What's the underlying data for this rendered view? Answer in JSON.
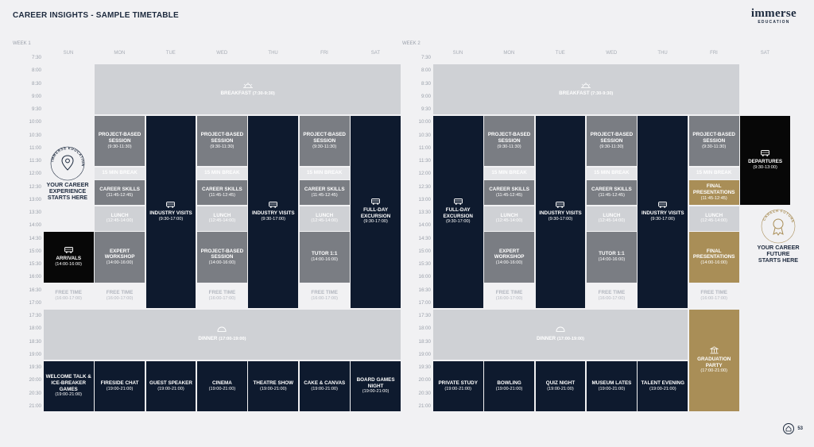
{
  "header": {
    "title": "CAREER INSIGHTS - SAMPLE TIMETABLE",
    "logo_main": "immerse",
    "logo_sub": "EDUCATION"
  },
  "days": [
    "SUN",
    "MON",
    "TUE",
    "WED",
    "THU",
    "FRI",
    "SAT"
  ],
  "times": [
    "7:30",
    "8:00",
    "8:30",
    "9:00",
    "9:30",
    "10:00",
    "10:30",
    "11:00",
    "11:30",
    "12:00",
    "12:30",
    "13:00",
    "13:30",
    "14:00",
    "14:30",
    "15:00",
    "15:30",
    "16:00",
    "16:30",
    "17:00",
    "17:30",
    "18:00",
    "18:30",
    "19:00",
    "19:30",
    "20:00",
    "20:30",
    "21:00"
  ],
  "weeks": [
    {
      "label": "WEEK 1",
      "blocks": [
        {
          "id": "breakfast",
          "col": 1,
          "span": 6,
          "start": 0.5,
          "end": 4.5,
          "style": "light",
          "name": "BREAKFAST",
          "time": "(7:30-9:30)",
          "icon": "sun",
          "inline": true
        },
        {
          "id": "arrivals",
          "col": 0,
          "span": 1,
          "start": 13.5,
          "end": 17.5,
          "style": "black",
          "name": "ARRIVALS",
          "time": "(14:00-16:00)",
          "icon": "bus"
        },
        {
          "id": "free-sun",
          "col": 0,
          "span": 1,
          "start": 17.5,
          "end": 19.5,
          "style": "free",
          "name": "FREE TIME",
          "time": "(16:00-17:00)"
        },
        {
          "id": "pbs-mon",
          "col": 1,
          "span": 1,
          "start": 4.5,
          "end": 8.5,
          "style": "grey",
          "name": "PROJECT-BASED SESSION",
          "time": "(9:30-11:30)"
        },
        {
          "id": "break-mon",
          "col": 1,
          "span": 1,
          "start": 8.5,
          "end": 9.5,
          "style": "pale",
          "name": "15 MIN BREAK",
          "time": ""
        },
        {
          "id": "cs-mon",
          "col": 1,
          "span": 1,
          "start": 9.5,
          "end": 11.5,
          "style": "grey",
          "name": "CAREER SKILLS",
          "time": "(11:45-12:45)"
        },
        {
          "id": "lunch-mon",
          "col": 1,
          "span": 1,
          "start": 11.5,
          "end": 13.5,
          "style": "light",
          "name": "LUNCH",
          "time": "(12:45-14:00)"
        },
        {
          "id": "expert-mon",
          "col": 1,
          "span": 1,
          "start": 13.5,
          "end": 17.5,
          "style": "grey",
          "name": "EXPERT WORKSHOP",
          "time": "(14:00-16:00)"
        },
        {
          "id": "free-mon",
          "col": 1,
          "span": 1,
          "start": 17.5,
          "end": 19.5,
          "style": "free",
          "name": "FREE TIME",
          "time": "(16:00-17:00)"
        },
        {
          "id": "iv-tue",
          "col": 2,
          "span": 1,
          "start": 4.5,
          "end": 19.5,
          "style": "dark",
          "name": "INDUSTRY VISITS",
          "time": "(9:30-17:00)",
          "icon": "bus"
        },
        {
          "id": "pbs-wed",
          "col": 3,
          "span": 1,
          "start": 4.5,
          "end": 8.5,
          "style": "grey",
          "name": "PROJECT-BASED SESSION",
          "time": "(9:30-11:30)"
        },
        {
          "id": "break-wed",
          "col": 3,
          "span": 1,
          "start": 8.5,
          "end": 9.5,
          "style": "pale",
          "name": "15 MIN BREAK",
          "time": ""
        },
        {
          "id": "cs-wed",
          "col": 3,
          "span": 1,
          "start": 9.5,
          "end": 11.5,
          "style": "grey",
          "name": "CAREER SKILLS",
          "time": "(11:45-12:45)"
        },
        {
          "id": "lunch-wed",
          "col": 3,
          "span": 1,
          "start": 11.5,
          "end": 13.5,
          "style": "light",
          "name": "LUNCH",
          "time": "(12:45-14:00)"
        },
        {
          "id": "pbs2-wed",
          "col": 3,
          "span": 1,
          "start": 13.5,
          "end": 17.5,
          "style": "grey",
          "name": "PROJECT-BASED SESSION",
          "time": "(14:00-16:00)"
        },
        {
          "id": "free-wed",
          "col": 3,
          "span": 1,
          "start": 17.5,
          "end": 19.5,
          "style": "free",
          "name": "FREE TIME",
          "time": "(16:00-17:00)"
        },
        {
          "id": "iv-thu",
          "col": 4,
          "span": 1,
          "start": 4.5,
          "end": 19.5,
          "style": "dark",
          "name": "INDUSTRY VISITS",
          "time": "(9:30-17:00)",
          "icon": "bus"
        },
        {
          "id": "pbs-fri",
          "col": 5,
          "span": 1,
          "start": 4.5,
          "end": 8.5,
          "style": "grey",
          "name": "PROJECT-BASED SESSION",
          "time": "(9:30-11:30)"
        },
        {
          "id": "break-fri",
          "col": 5,
          "span": 1,
          "start": 8.5,
          "end": 9.5,
          "style": "pale",
          "name": "15 MIN BREAK",
          "time": ""
        },
        {
          "id": "cs-fri",
          "col": 5,
          "span": 1,
          "start": 9.5,
          "end": 11.5,
          "style": "grey",
          "name": "CAREER SKILLS",
          "time": "(11:45-12:45)"
        },
        {
          "id": "lunch-fri",
          "col": 5,
          "span": 1,
          "start": 11.5,
          "end": 13.5,
          "style": "light",
          "name": "LUNCH",
          "time": "(12:45-14:00)"
        },
        {
          "id": "tutor-fri",
          "col": 5,
          "span": 1,
          "start": 13.5,
          "end": 17.5,
          "style": "grey",
          "name": "TUTOR 1:1",
          "time": "(14:00-16:00)"
        },
        {
          "id": "free-fri",
          "col": 5,
          "span": 1,
          "start": 17.5,
          "end": 19.5,
          "style": "free",
          "name": "FREE TIME",
          "time": "(16:00-17:00)"
        },
        {
          "id": "exc-sat",
          "col": 6,
          "span": 1,
          "start": 4.5,
          "end": 19.5,
          "style": "dark",
          "name": "FULL-DAY EXCURSION",
          "time": "(9:30-17:00)",
          "icon": "bus"
        },
        {
          "id": "dinner",
          "col": 0,
          "span": 7,
          "start": 19.5,
          "end": 23.5,
          "style": "light",
          "name": "DINNER",
          "time": "(17:00-19:00)",
          "icon": "dish",
          "inline": true
        },
        {
          "id": "eve-sun",
          "col": 0,
          "span": 1,
          "start": 23.5,
          "end": 27.5,
          "style": "dark",
          "name": "WELCOME TALK & ICE-BREAKER GAMES",
          "time": "(19:00-21:00)"
        },
        {
          "id": "eve-mon",
          "col": 1,
          "span": 1,
          "start": 23.5,
          "end": 27.5,
          "style": "dark",
          "name": "FIRESIDE CHAT",
          "time": "(19:00-21:00)"
        },
        {
          "id": "eve-tue",
          "col": 2,
          "span": 1,
          "start": 23.5,
          "end": 27.5,
          "style": "dark",
          "name": "GUEST SPEAKER",
          "time": "(19:00-21:00)"
        },
        {
          "id": "eve-wed",
          "col": 3,
          "span": 1,
          "start": 23.5,
          "end": 27.5,
          "style": "dark",
          "name": "CINEMA",
          "time": "(19:00-21:00)"
        },
        {
          "id": "eve-thu",
          "col": 4,
          "span": 1,
          "start": 23.5,
          "end": 27.5,
          "style": "dark",
          "name": "THEATRE SHOW",
          "time": "(19:00-21:00)"
        },
        {
          "id": "eve-fri",
          "col": 5,
          "span": 1,
          "start": 23.5,
          "end": 27.5,
          "style": "dark",
          "name": "CAKE & CANVAS",
          "time": "(19:00-21:00)"
        },
        {
          "id": "eve-sat",
          "col": 6,
          "span": 1,
          "start": 23.5,
          "end": 27.5,
          "style": "dark",
          "name": "BOARD GAMES NIGHT",
          "time": "(19:00-21:00)"
        }
      ]
    },
    {
      "label": "WEEK 2",
      "blocks": [
        {
          "id": "breakfast",
          "col": 0,
          "span": 6,
          "start": 0.5,
          "end": 4.5,
          "style": "light",
          "name": "BREAKFAST",
          "time": "(7:30-9:30)",
          "icon": "sun",
          "inline": true
        },
        {
          "id": "exc-sun",
          "col": 0,
          "span": 1,
          "start": 4.5,
          "end": 19.5,
          "style": "dark",
          "name": "FULL-DAY EXCURSION",
          "time": "(9:30-17:00)",
          "icon": "bus"
        },
        {
          "id": "pbs-mon",
          "col": 1,
          "span": 1,
          "start": 4.5,
          "end": 8.5,
          "style": "grey",
          "name": "PROJECT-BASED SESSION",
          "time": "(9:30-11:30)"
        },
        {
          "id": "break-mon",
          "col": 1,
          "span": 1,
          "start": 8.5,
          "end": 9.5,
          "style": "pale",
          "name": "15 MIN BREAK",
          "time": ""
        },
        {
          "id": "cs-mon",
          "col": 1,
          "span": 1,
          "start": 9.5,
          "end": 11.5,
          "style": "grey",
          "name": "CAREER SKILLS",
          "time": "(11:45-12:45)"
        },
        {
          "id": "lunch-mon",
          "col": 1,
          "span": 1,
          "start": 11.5,
          "end": 13.5,
          "style": "light",
          "name": "LUNCH",
          "time": "(12:45-14:00)"
        },
        {
          "id": "expert-mon",
          "col": 1,
          "span": 1,
          "start": 13.5,
          "end": 17.5,
          "style": "grey",
          "name": "EXPERT WORKSHOP",
          "time": "(14:00-16:00)"
        },
        {
          "id": "free-mon",
          "col": 1,
          "span": 1,
          "start": 17.5,
          "end": 19.5,
          "style": "free",
          "name": "FREE TIME",
          "time": "(16:00-17:00)"
        },
        {
          "id": "iv-tue",
          "col": 2,
          "span": 1,
          "start": 4.5,
          "end": 19.5,
          "style": "dark",
          "name": "INDUSTRY VISITS",
          "time": "(9:30-17:00)",
          "icon": "bus"
        },
        {
          "id": "pbs-wed",
          "col": 3,
          "span": 1,
          "start": 4.5,
          "end": 8.5,
          "style": "grey",
          "name": "PROJECT-BASED SESSION",
          "time": "(9:30-11:30)"
        },
        {
          "id": "break-wed",
          "col": 3,
          "span": 1,
          "start": 8.5,
          "end": 9.5,
          "style": "pale",
          "name": "15 MIN BREAK",
          "time": ""
        },
        {
          "id": "cs-wed",
          "col": 3,
          "span": 1,
          "start": 9.5,
          "end": 11.5,
          "style": "grey",
          "name": "CAREER SKILLS",
          "time": "(11:45-12:45)"
        },
        {
          "id": "lunch-wed",
          "col": 3,
          "span": 1,
          "start": 11.5,
          "end": 13.5,
          "style": "light",
          "name": "LUNCH",
          "time": "(12:45-14:00)"
        },
        {
          "id": "tutor-wed",
          "col": 3,
          "span": 1,
          "start": 13.5,
          "end": 17.5,
          "style": "grey",
          "name": "TUTOR 1:1",
          "time": "(14:00-16:00)"
        },
        {
          "id": "free-wed",
          "col": 3,
          "span": 1,
          "start": 17.5,
          "end": 19.5,
          "style": "free",
          "name": "FREE TIME",
          "time": "(16:00-17:00)"
        },
        {
          "id": "iv-thu",
          "col": 4,
          "span": 1,
          "start": 4.5,
          "end": 19.5,
          "style": "dark",
          "name": "INDUSTRY VISITS",
          "time": "(9:30-17:00)",
          "icon": "bus"
        },
        {
          "id": "pbs-fri",
          "col": 5,
          "span": 1,
          "start": 4.5,
          "end": 8.5,
          "style": "grey",
          "name": "PROJECT-BASED SESSION",
          "time": "(9:30-11:30)"
        },
        {
          "id": "break-fri",
          "col": 5,
          "span": 1,
          "start": 8.5,
          "end": 9.5,
          "style": "pale",
          "name": "15 MIN BREAK",
          "time": ""
        },
        {
          "id": "fp1-fri",
          "col": 5,
          "span": 1,
          "start": 9.5,
          "end": 11.5,
          "style": "gold",
          "name": "FINAL PRESENTATIONS",
          "time": "(11:45-12:45)"
        },
        {
          "id": "lunch-fri",
          "col": 5,
          "span": 1,
          "start": 11.5,
          "end": 13.5,
          "style": "light",
          "name": "LUNCH",
          "time": "(12:45-14:00)"
        },
        {
          "id": "fp2-fri",
          "col": 5,
          "span": 1,
          "start": 13.5,
          "end": 17.5,
          "style": "gold",
          "name": "FINAL PRESENTATIONS",
          "time": "(14:00-16:00)"
        },
        {
          "id": "free-fri",
          "col": 5,
          "span": 1,
          "start": 17.5,
          "end": 19.5,
          "style": "free",
          "name": "FREE TIME",
          "time": "(16:00-17:00)"
        },
        {
          "id": "dep-sat",
          "col": 6,
          "span": 1,
          "start": 4.5,
          "end": 11.5,
          "style": "black",
          "name": "DEPARTURES",
          "time": "(9:30-13:00)",
          "icon": "bus"
        },
        {
          "id": "dinner",
          "col": 0,
          "span": 5,
          "start": 19.5,
          "end": 23.5,
          "style": "light",
          "name": "DINNER",
          "time": "(17:00-19:00)",
          "icon": "dish",
          "inline": true
        },
        {
          "id": "grad-fri",
          "col": 5,
          "span": 1,
          "start": 19.5,
          "end": 27.5,
          "style": "gold",
          "name": "GRADUATION PARTY",
          "time": "(17:00-21:00)",
          "icon": "building"
        },
        {
          "id": "eve-sun",
          "col": 0,
          "span": 1,
          "start": 23.5,
          "end": 27.5,
          "style": "dark",
          "name": "PRIVATE STUDY",
          "time": "(19:00-21:00)"
        },
        {
          "id": "eve-mon",
          "col": 1,
          "span": 1,
          "start": 23.5,
          "end": 27.5,
          "style": "dark",
          "name": "BOWLING",
          "time": "(19:00-21:00)"
        },
        {
          "id": "eve-tue",
          "col": 2,
          "span": 1,
          "start": 23.5,
          "end": 27.5,
          "style": "dark",
          "name": "QUIZ NIGHT",
          "time": "(19:00-21:00)"
        },
        {
          "id": "eve-wed",
          "col": 3,
          "span": 1,
          "start": 23.5,
          "end": 27.5,
          "style": "dark",
          "name": "MUSEUM LATES",
          "time": "(19:00-21:00)"
        },
        {
          "id": "eve-thu",
          "col": 4,
          "span": 1,
          "start": 23.5,
          "end": 27.5,
          "style": "dark",
          "name": "TALENT EVENING",
          "time": "(19:00-21:00)"
        }
      ]
    }
  ],
  "stamps": {
    "start": {
      "ring": "IMMERSE EDUCATION",
      "text": "YOUR CAREER EXPERIENCE STARTS HERE"
    },
    "future": {
      "ring": "CAREER FUTURE",
      "text": "YOUR CAREER FUTURE STARTS HERE"
    }
  },
  "page_number": "53",
  "colors": {
    "dark": "#0e1a2e",
    "grey": "#7a7d83",
    "light": "#cfd1d5",
    "gold": "#a98e57",
    "black": "#070707"
  }
}
